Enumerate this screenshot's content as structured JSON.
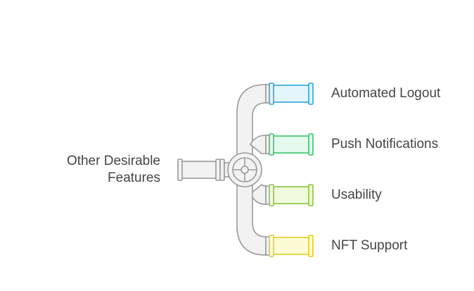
{
  "source": {
    "label_line1": "Other Desirable",
    "label_line2": "Features"
  },
  "outputs": [
    {
      "label": "Automated Logout",
      "fill": "#e4f5fb",
      "stroke": "#2aa6d6"
    },
    {
      "label": "Push Notifications",
      "fill": "#e5f9ec",
      "stroke": "#36c36a"
    },
    {
      "label": "Usability",
      "fill": "#effbdc",
      "stroke": "#8cc43c"
    },
    {
      "label": "NFT Support",
      "fill": "#fdfbd6",
      "stroke": "#e3cb1c"
    }
  ],
  "pipe_colors": {
    "fill": "#f2f2f2",
    "stroke": "#9a9a9a"
  }
}
